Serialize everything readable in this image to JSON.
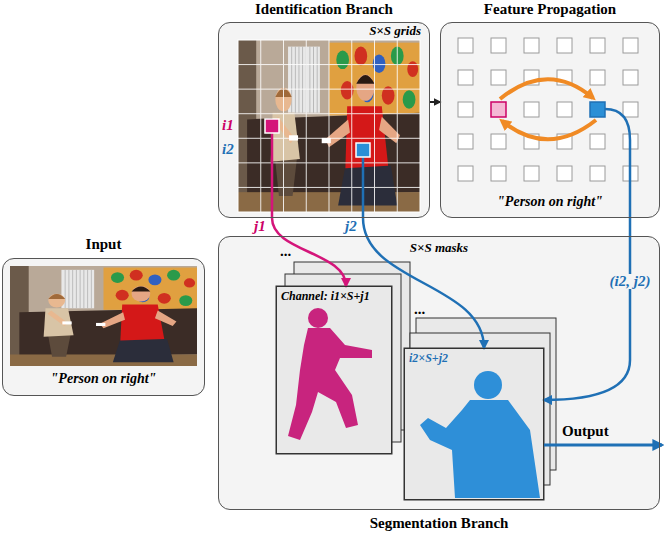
{
  "diagram": {
    "nodes": [
      {
        "text": [
          "Input",
          "\"Person on right\""
        ]
      },
      {
        "text": [
          "Identification Branch",
          "S×S grids"
        ]
      },
      {
        "text": [
          "Feature Propagation",
          "\"Person on right\""
        ]
      },
      {
        "text": [
          "Segmentation Branch",
          "S×S masks"
        ]
      },
      {
        "text": [
          "Channel: i1×S+j1"
        ],
        "in": 3
      },
      {
        "text": [
          "i2×S+j2"
        ],
        "in": 3
      }
    ],
    "edges": [
      {
        "from": 1,
        "to": 2,
        "arrow": "to"
      },
      {
        "from": 1,
        "to": 4,
        "arrow": "to"
      },
      {
        "from": 1,
        "to": 5,
        "arrow": "to"
      },
      {
        "from": 2,
        "to": 5,
        "arrow": "to",
        "label": "(i2, j2)"
      }
    ],
    "labels": [
      "i1",
      "i2",
      "j1",
      "j2",
      "...",
      "...",
      "Output"
    ]
  }
}
